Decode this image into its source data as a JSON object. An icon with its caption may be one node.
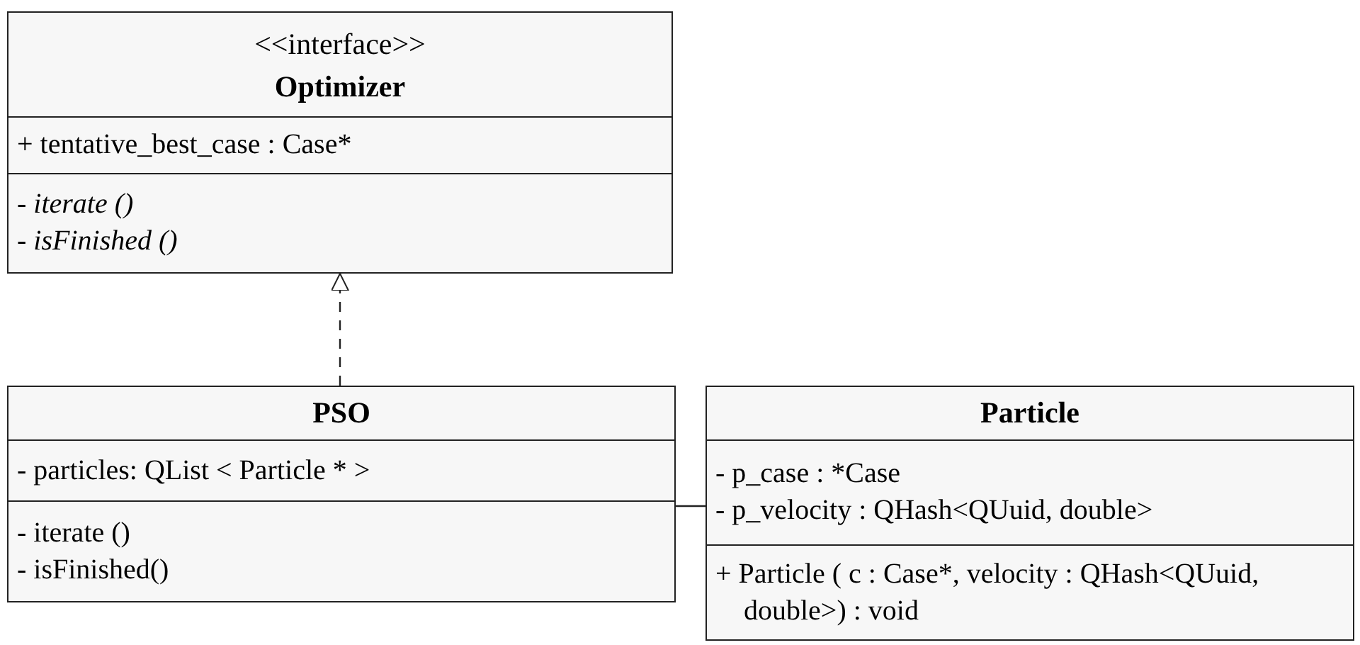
{
  "diagram": {
    "nodes": [
      {
        "text": [
          "<<interface>>",
          "Optimizer",
          "+ tentative_best_case :  Case*",
          "- iterate ()",
          "- isFinished ()"
        ]
      },
      {
        "text": [
          "PSO",
          "- particles:  QList < Particle * >",
          "- iterate ()",
          "- isFinished()"
        ]
      },
      {
        "text": [
          "Particle",
          "- p_case :  *Case",
          "- p_velocity :  QHash<QUuid, double>",
          "+ Particle ( c :  Case*, velocity :  QHash<QUuid, double>) :  void"
        ]
      }
    ],
    "edges": [
      {
        "from": 1,
        "to": 0,
        "arrow": "to",
        "style": "dashed"
      },
      {
        "from": 1,
        "to": 2,
        "arrow": "none"
      }
    ]
  }
}
